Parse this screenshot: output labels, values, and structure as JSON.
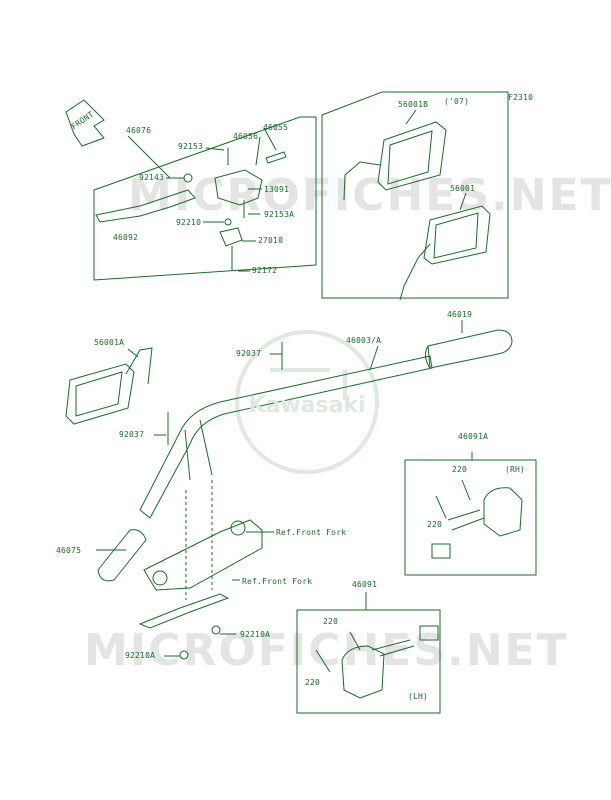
{
  "figure_code": "F2310",
  "front_arrow": "FRONT",
  "watermark": "MICROFICHES.NET",
  "logo": "Kawasaki",
  "mirror_note": "('07)",
  "switch_labels": {
    "rh": "(RH)",
    "lh": "(LH)"
  },
  "parts": {
    "p46076": "46076",
    "p92153": "92153",
    "p46056": "46056",
    "p46055": "46055",
    "p92143": "92143",
    "p13091": "13091",
    "p92210": "92210",
    "p92153a": "92153A",
    "p46092": "46092",
    "p27010": "27010",
    "p92172": "92172",
    "p56001b": "56001B",
    "p56001": "56001",
    "p56001a": "56001A",
    "p46019": "46019",
    "p92037_top": "92037",
    "p46003a": "46003/A",
    "p92037_left": "92037",
    "p46091a": "46091A",
    "p220_rh1": "220",
    "p220_rh2": "220",
    "p46075": "46075",
    "ref_front_fork_1": "Ref.Front Fork",
    "ref_front_fork_2": "Ref.Front Fork",
    "p46091": "46091",
    "p92210a_1": "92210A",
    "p92210a_2": "92210A",
    "p220_lh1": "220",
    "p220_lh2": "220"
  },
  "colors": {
    "line": "#1a6b2a",
    "watermark": "#e4e4e4",
    "logo": "#dfe9df"
  }
}
